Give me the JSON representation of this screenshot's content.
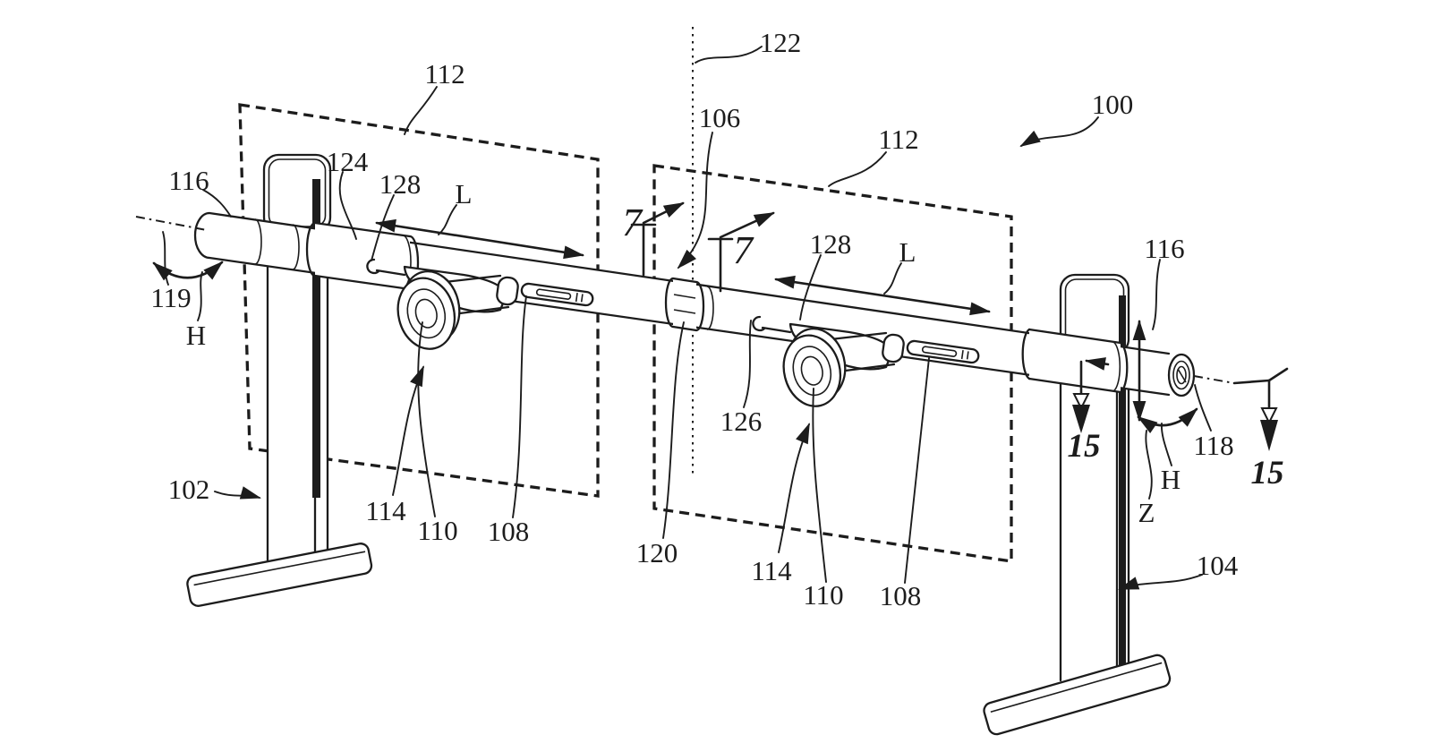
{
  "figure": {
    "kind": "patent-line-drawing",
    "background": "#ffffff",
    "ink_color": "#1c1c1c"
  },
  "labels": {
    "assembly": "100",
    "left_stand": "102",
    "right_stand": "104",
    "coupling": "106",
    "lead_screw_left": "108",
    "lead_screw_right": "108",
    "roller_left": "110",
    "roller_right": "110",
    "display_left": "112",
    "display_right": "112",
    "pointer_left": "114",
    "pointer_right": "114",
    "rod_end_left": "116",
    "rod_end_right": "116",
    "rod_axis_right": "118",
    "rod_axis_left": "119",
    "collar": "120",
    "vertical_centerline": "122",
    "rod_segment_left": "124",
    "rod_segment_right": "126",
    "clip_left": "128",
    "clip_right": "128",
    "section_7_left": "7",
    "section_7_right": "7",
    "section_15_left": "15",
    "section_15_right": "15",
    "dir_longitudinal_left": "L",
    "dir_longitudinal_right": "L",
    "dir_rotation_left": "H",
    "dir_rotation_right": "H",
    "dir_vertical": "Z"
  }
}
